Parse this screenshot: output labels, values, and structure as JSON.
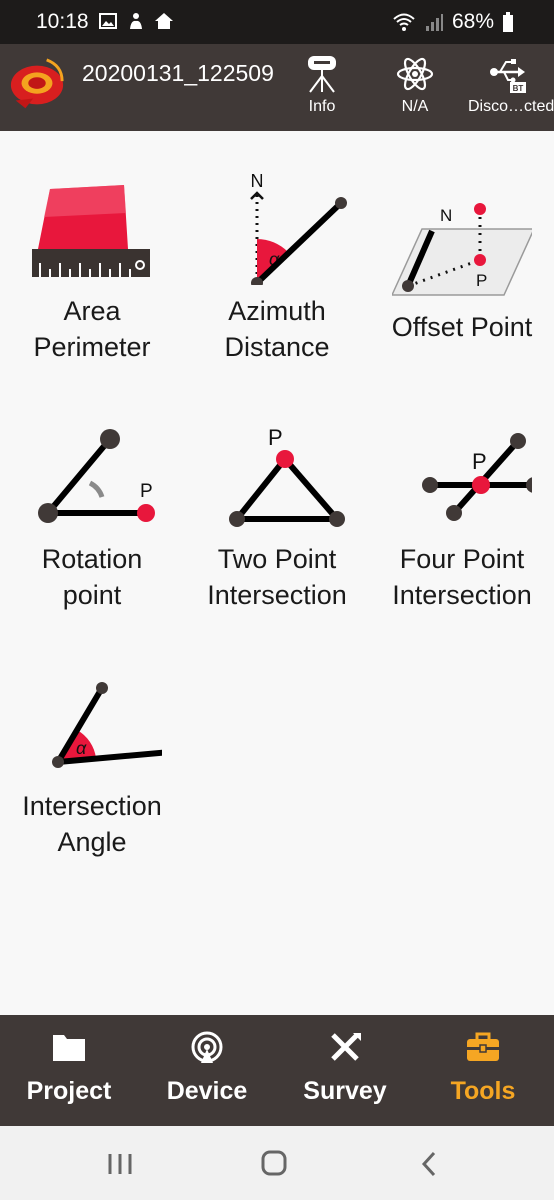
{
  "status": {
    "time": "10:18",
    "battery": "68%"
  },
  "header": {
    "title": "20200131_122509",
    "buttons": [
      {
        "label": "Info",
        "icon": "gnss-receiver-icon"
      },
      {
        "label": "N/A",
        "icon": "atom-icon"
      },
      {
        "label": "Disco…cted",
        "icon": "usb-bluetooth-icon"
      }
    ]
  },
  "tools": [
    {
      "label1": "Area",
      "label2": "Perimeter",
      "icon": "area-perimeter-icon"
    },
    {
      "label1": "Azimuth",
      "label2": "Distance",
      "icon": "azimuth-distance-icon"
    },
    {
      "label1": "Offset Point",
      "label2": "",
      "icon": "offset-point-icon"
    },
    {
      "label1": "Rotation",
      "label2": "point",
      "icon": "rotation-point-icon"
    },
    {
      "label1": "Two Point",
      "label2": "Intersection",
      "icon": "two-point-intersection-icon"
    },
    {
      "label1": "Four Point",
      "label2": "Intersection",
      "icon": "four-point-intersection-icon"
    },
    {
      "label1": "Intersection",
      "label2": "Angle",
      "icon": "intersection-angle-icon"
    }
  ],
  "icon_letters": {
    "north": "N",
    "alpha": "α",
    "point": "P"
  },
  "tabs": [
    {
      "label": "Project",
      "icon": "folder-icon"
    },
    {
      "label": "Device",
      "icon": "device-antenna-icon"
    },
    {
      "label": "Survey",
      "icon": "survey-pencil-icon"
    },
    {
      "label": "Tools",
      "icon": "toolbox-icon",
      "active": true
    }
  ],
  "colors": {
    "accent": "#f5a623",
    "bar": "#403937",
    "red": "#e8173c",
    "point": "#403937"
  }
}
